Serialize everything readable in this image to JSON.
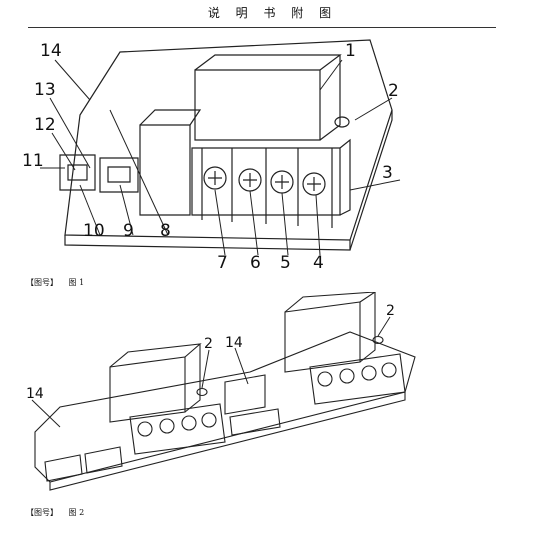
{
  "header": {
    "title": "说 明 书 附 图"
  },
  "figure1": {
    "callouts": [
      "1",
      "2",
      "3",
      "4",
      "5",
      "6",
      "7",
      "8",
      "9",
      "10",
      "11",
      "12",
      "13",
      "14"
    ],
    "caption_tag": "【图号】",
    "caption_label": "图 1"
  },
  "figure2": {
    "callouts": [
      "2",
      "14",
      "14",
      "2"
    ],
    "caption_tag": "【图号】",
    "caption_label": "图 2"
  }
}
